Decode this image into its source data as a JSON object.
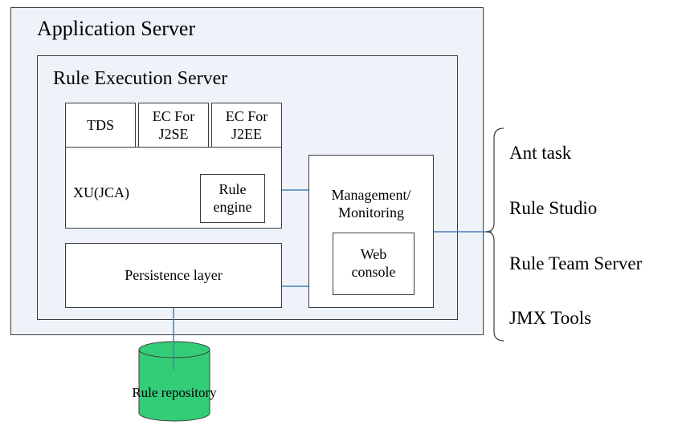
{
  "application_server": {
    "label": "Application Server"
  },
  "rule_execution_server": {
    "label": "Rule Execution Server"
  },
  "components": {
    "tds": "TDS",
    "ec_j2se_line1": "EC For",
    "ec_j2se_line2": "J2SE",
    "ec_j2ee_line1": "EC For",
    "ec_j2ee_line2": "J2EE",
    "xu": "XU(JCA)",
    "rule_engine_line1": "Rule",
    "rule_engine_line2": "engine",
    "persistence_layer": "Persistence layer",
    "management_line1": "Management/",
    "management_line2": "Monitoring",
    "web_console_line1": "Web",
    "web_console_line2": "console"
  },
  "repository": {
    "label": "Rule repository"
  },
  "clients": [
    {
      "label": "Ant task"
    },
    {
      "label": "Rule Studio"
    },
    {
      "label": "Rule Team Server"
    },
    {
      "label": "JMX Tools"
    }
  ],
  "colors": {
    "server_bg": "#eef3fa",
    "inner_bg": "#ffffff",
    "connector": "#4a7fb5",
    "cylinder_fill": "#33cc77",
    "cylinder_dark": "#1f9a55"
  }
}
